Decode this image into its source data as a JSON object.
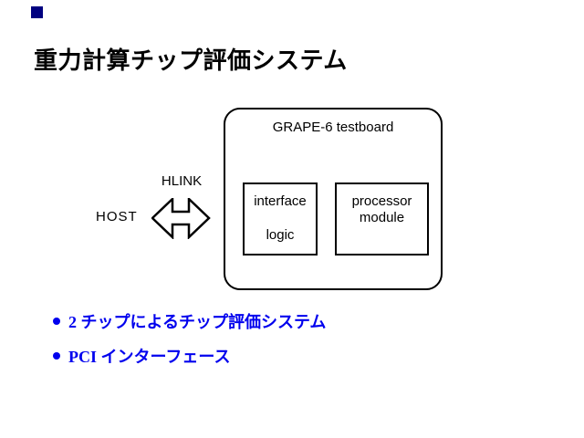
{
  "slide": {
    "title": "重力計算チップ評価システム",
    "board": {
      "label": "GRAPE-6 testboard",
      "interface_box": {
        "line1": "interface",
        "line2": "logic"
      },
      "processor_box": {
        "line1": "processor",
        "line2": "module"
      }
    },
    "labels": {
      "hlink": "HLINK",
      "host": "HOST"
    },
    "bullets": [
      {
        "text": "2 チップによるチップ評価システム"
      },
      {
        "text": "PCI インターフェース"
      }
    ],
    "colors": {
      "bullet_blue": "#0000EE",
      "marker_navy": "#000080",
      "line_black": "#000000",
      "background": "#ffffff"
    }
  }
}
